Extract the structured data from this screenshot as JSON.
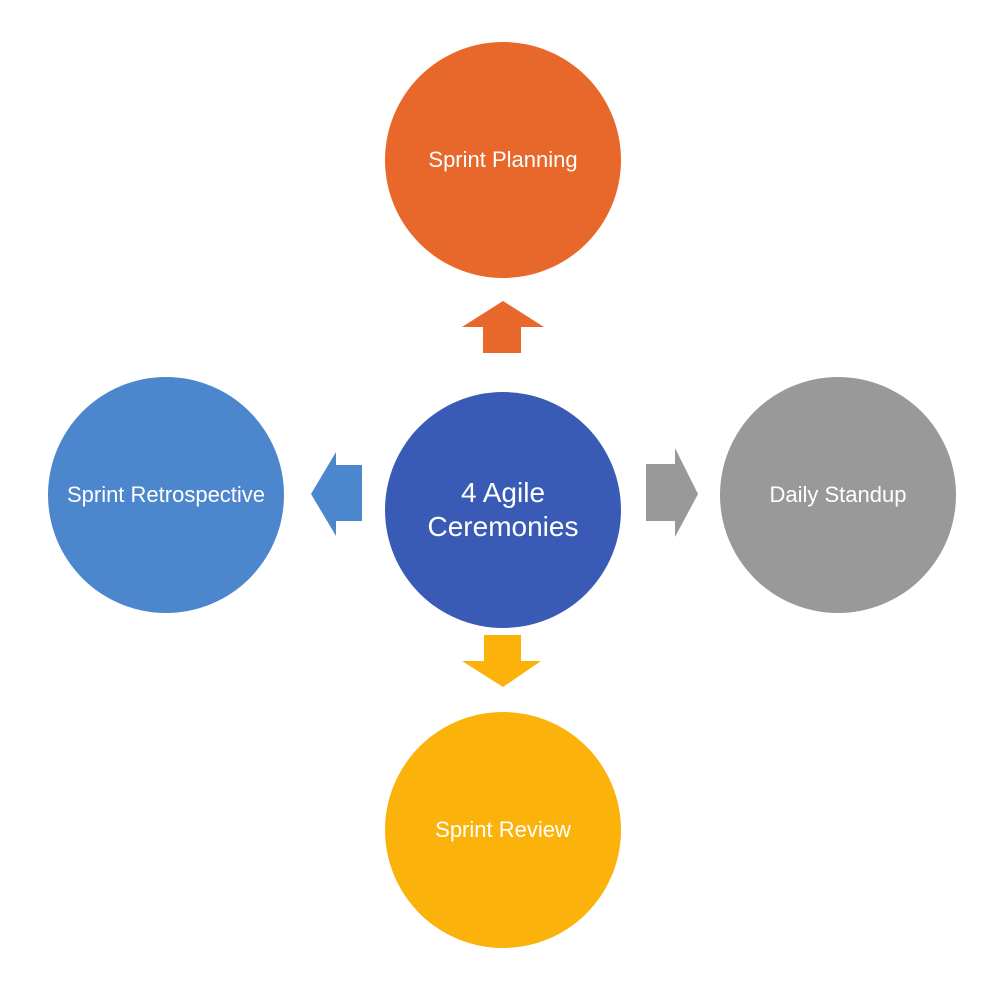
{
  "center": {
    "label": "4 Agile Ceremonies",
    "color": "#3A5BB5"
  },
  "ceremonies": [
    {
      "position": "top",
      "label": "Sprint Planning",
      "color": "#E8672A"
    },
    {
      "position": "right",
      "label": "Daily Standup",
      "color": "#999999"
    },
    {
      "position": "bottom",
      "label": "Sprint Review",
      "color": "#FBB30C"
    },
    {
      "position": "left",
      "label": "Sprint Retrospective",
      "color": "#4C86CC"
    }
  ]
}
